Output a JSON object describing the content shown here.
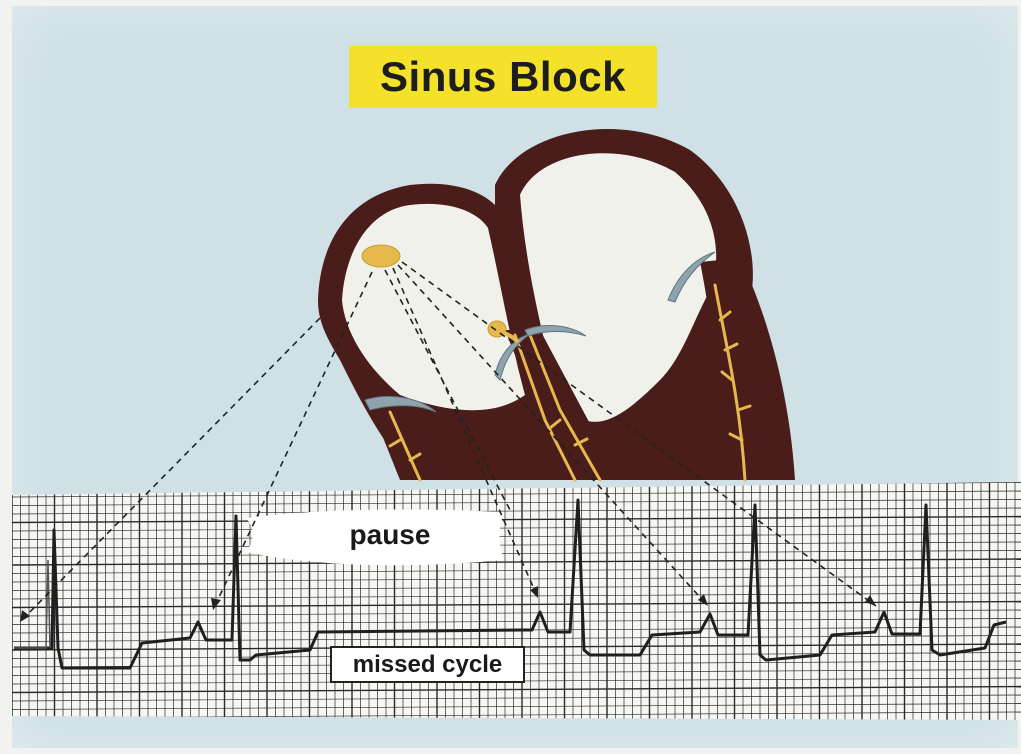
{
  "title": "Sinus Block",
  "labels": {
    "pause": "pause",
    "missed_cycle": "missed cycle"
  },
  "colors": {
    "background": "#cfe0e6",
    "title_highlight": "#f4e12a",
    "myocardium": "#4a1c1a",
    "chamber_fill": "#f1f1eb",
    "conduction": "#e6b94d",
    "valve": "#8fa3ad",
    "ecg_trace": "#1f1f1f",
    "grid": "#2a2a2a",
    "strip_paper": "#f6f6f2"
  },
  "icons": [
    "heart-cross-section",
    "sa-node",
    "av-node",
    "valve-leaflets",
    "ecg-grid"
  ]
}
